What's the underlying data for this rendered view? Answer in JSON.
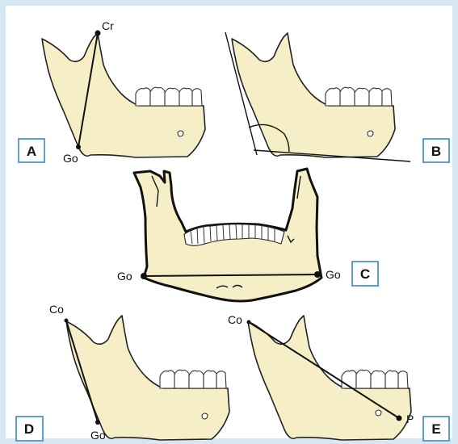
{
  "figure": {
    "panels": [
      {
        "id": "A",
        "landmarks": [
          "Cr",
          "Go"
        ]
      },
      {
        "id": "B",
        "landmarks": []
      },
      {
        "id": "C",
        "landmarks": [
          "Go",
          "Go"
        ]
      },
      {
        "id": "D",
        "landmarks": [
          "Co",
          "Go"
        ]
      },
      {
        "id": "E",
        "landmarks": [
          "Co",
          "P"
        ]
      }
    ],
    "colors": {
      "bone": "#f6eec6",
      "panel_border": "#5ea0d6",
      "frame": "#d6e6f3"
    }
  }
}
